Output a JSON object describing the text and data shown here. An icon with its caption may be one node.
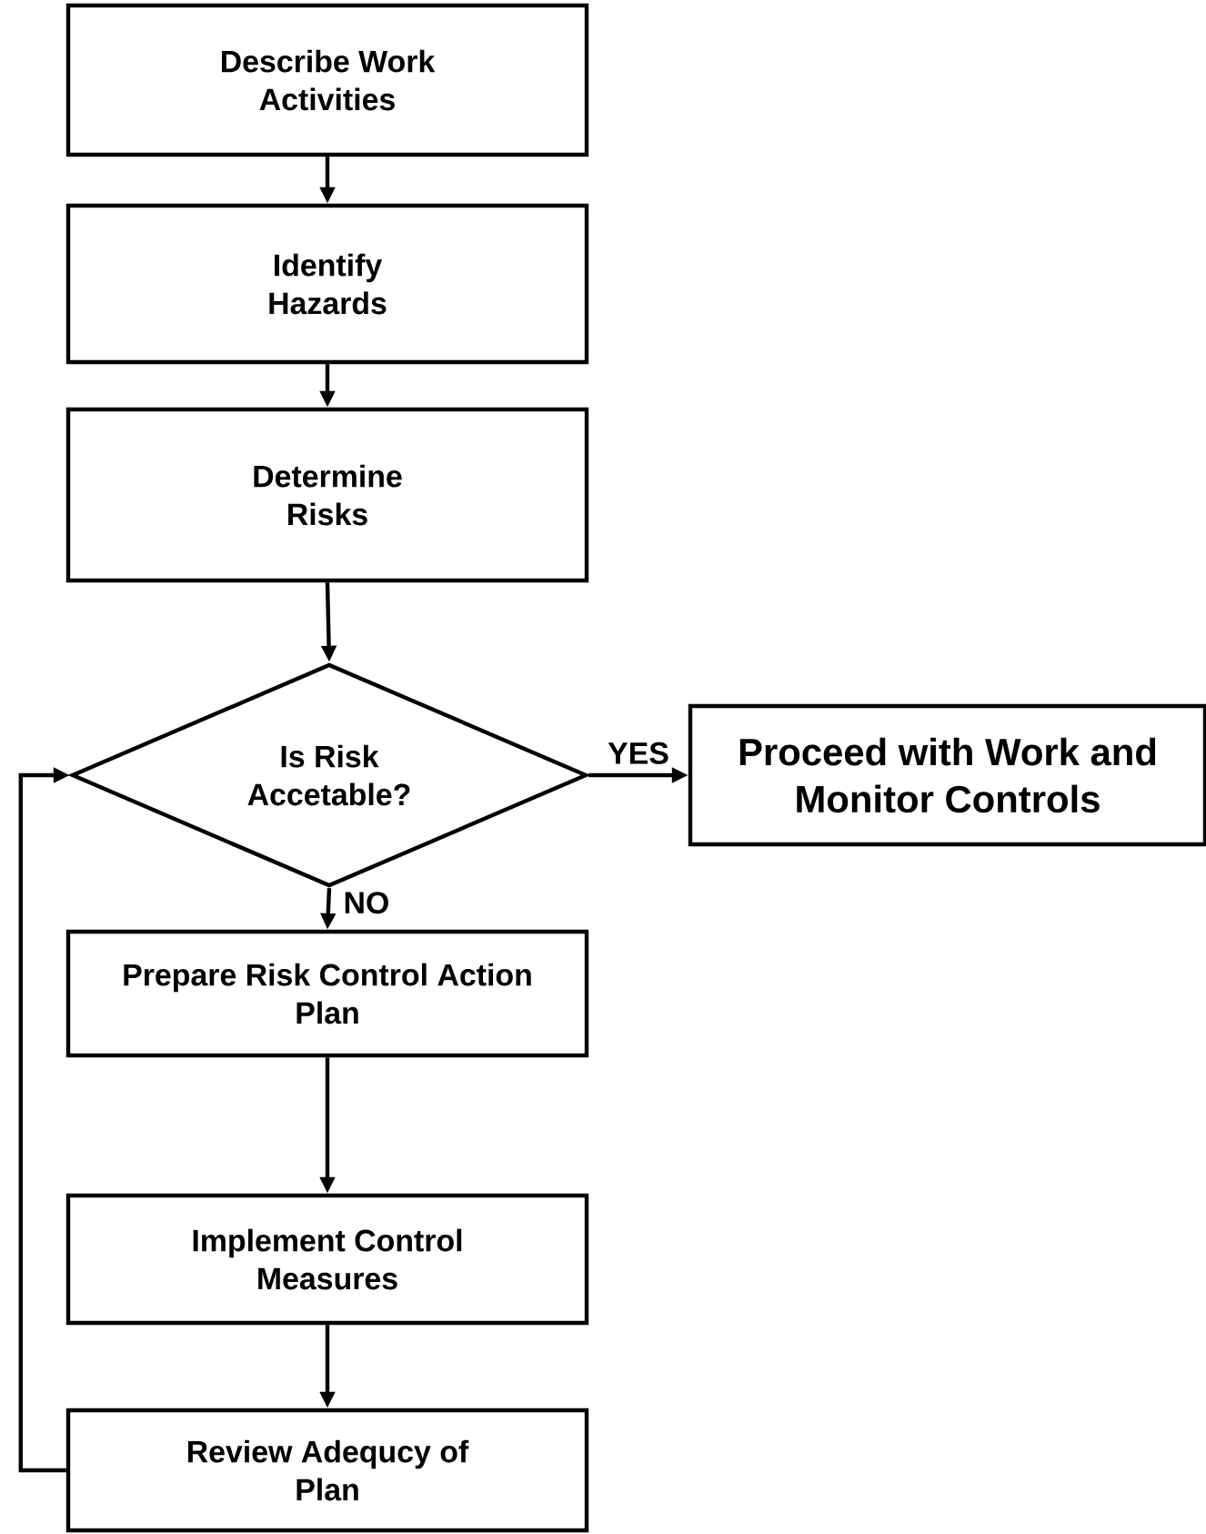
{
  "diagram": {
    "nodes": [
      {
        "text": [
          "Describe Work Activities"
        ]
      },
      {
        "text": [
          "Identify Hazards"
        ]
      },
      {
        "text": [
          "Determine Risks"
        ]
      },
      {
        "text": [
          "Is Risk Accetable?"
        ]
      },
      {
        "text": [
          "Proceed with Work and Monitor Controls"
        ]
      },
      {
        "text": [
          "Prepare Risk Control Action Plan"
        ]
      },
      {
        "text": [
          "Implement Control Measures"
        ]
      },
      {
        "text": [
          "Review Adequcy of Plan"
        ]
      }
    ],
    "edges": [
      {
        "from": 0,
        "to": 1,
        "arrow": "to"
      },
      {
        "from": 1,
        "to": 2,
        "arrow": "to"
      },
      {
        "from": 2,
        "to": 3,
        "arrow": "to"
      },
      {
        "from": 3,
        "to": 4,
        "arrow": "to",
        "label": "YES"
      },
      {
        "from": 3,
        "to": 5,
        "arrow": "to",
        "label": "NO"
      },
      {
        "from": 5,
        "to": 6,
        "arrow": "to"
      },
      {
        "from": 6,
        "to": 7,
        "arrow": "to"
      },
      {
        "from": 7,
        "to": 3,
        "arrow": "to"
      }
    ]
  }
}
